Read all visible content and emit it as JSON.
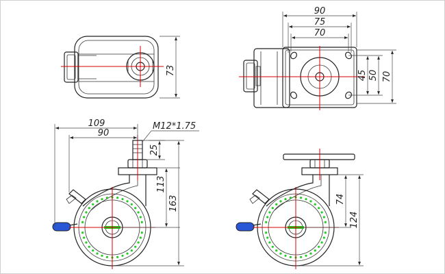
{
  "colors": {
    "outline": "#222222",
    "centerline": "#d40000",
    "tread_dots": "#22cc22",
    "brake_grip": "#2a57d6",
    "background": "#ffffff"
  },
  "top_left_view": {
    "dims": {
      "height": "73"
    }
  },
  "top_right_view": {
    "dims": {
      "width_90": "90",
      "width_75": "75",
      "width_70": "70",
      "h_45": "45",
      "h_50": "50",
      "h_70": "70"
    }
  },
  "bottom_left_view": {
    "dims": {
      "w_109": "109",
      "w_90": "90",
      "thread": "M12*1.75",
      "h_25": "25",
      "h_113": "113",
      "h_163": "163"
    }
  },
  "bottom_right_view": {
    "dims": {
      "h_74": "74",
      "h_124": "124"
    }
  }
}
